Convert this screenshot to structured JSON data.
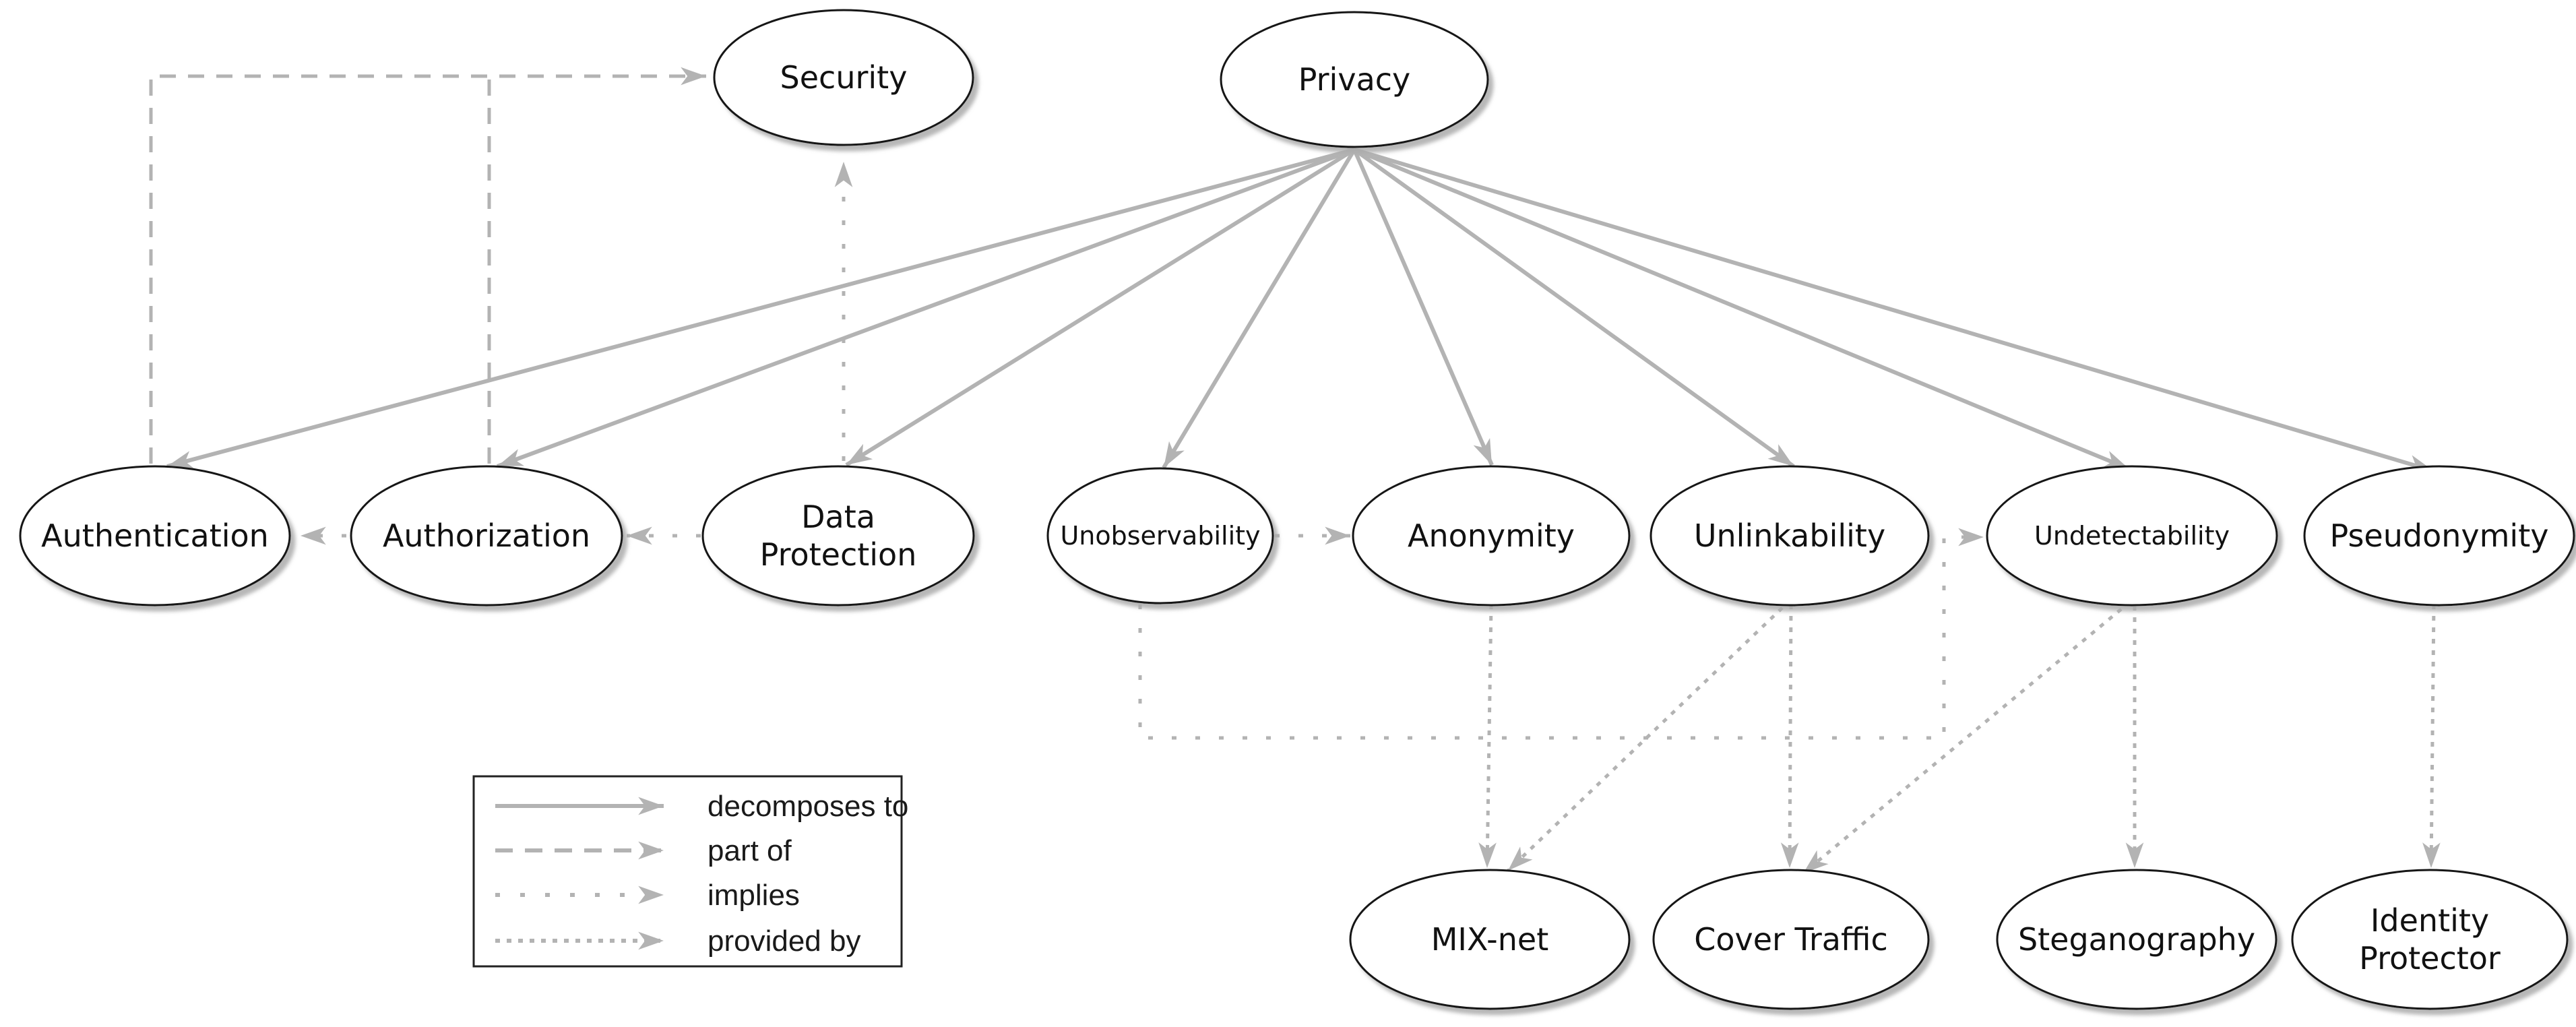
{
  "nodes": {
    "security": {
      "label": "Security"
    },
    "privacy": {
      "label": "Privacy"
    },
    "authentication": {
      "label": "Authentication"
    },
    "authorization": {
      "label": "Authorization"
    },
    "data_protection": {
      "label_line1": "Data",
      "label_line2": "Protection"
    },
    "unobservability": {
      "label": "Unobservability"
    },
    "anonymity": {
      "label": "Anonymity"
    },
    "unlinkability": {
      "label": "Unlinkability"
    },
    "undetectability": {
      "label": "Undetectability"
    },
    "pseudonymity": {
      "label": "Pseudonymity"
    },
    "mix_net": {
      "label": "MIX-net"
    },
    "cover_traffic": {
      "label": "Cover Traffic"
    },
    "steganography": {
      "label": "Steganography"
    },
    "identity_protector": {
      "label_line1": "Identity",
      "label_line2": "Protector"
    }
  },
  "edges": [
    {
      "from": "privacy",
      "to": "authentication",
      "type": "decomposes to"
    },
    {
      "from": "privacy",
      "to": "authorization",
      "type": "decomposes to"
    },
    {
      "from": "privacy",
      "to": "data_protection",
      "type": "decomposes to"
    },
    {
      "from": "privacy",
      "to": "unobservability",
      "type": "decomposes to"
    },
    {
      "from": "privacy",
      "to": "anonymity",
      "type": "decomposes to"
    },
    {
      "from": "privacy",
      "to": "unlinkability",
      "type": "decomposes to"
    },
    {
      "from": "privacy",
      "to": "undetectability",
      "type": "decomposes to"
    },
    {
      "from": "privacy",
      "to": "pseudonymity",
      "type": "decomposes to"
    },
    {
      "from": "authentication",
      "to": "security",
      "type": "part of"
    },
    {
      "from": "authorization",
      "to": "security",
      "type": "part of"
    },
    {
      "from": "data_protection",
      "to": "security",
      "type": "implies"
    },
    {
      "from": "authorization",
      "to": "authentication",
      "type": "implies"
    },
    {
      "from": "data_protection",
      "to": "authorization",
      "type": "implies"
    },
    {
      "from": "unobservability",
      "to": "anonymity",
      "type": "implies"
    },
    {
      "from": "unobservability",
      "to": "undetectability",
      "type": "implies"
    },
    {
      "from": "anonymity",
      "to": "mix_net",
      "type": "provided by"
    },
    {
      "from": "unlinkability",
      "to": "mix_net",
      "type": "provided by"
    },
    {
      "from": "unlinkability",
      "to": "cover_traffic",
      "type": "provided by"
    },
    {
      "from": "undetectability",
      "to": "cover_traffic",
      "type": "provided by"
    },
    {
      "from": "undetectability",
      "to": "steganography",
      "type": "provided by"
    },
    {
      "from": "pseudonymity",
      "to": "identity_protector",
      "type": "provided by"
    }
  ],
  "legend": {
    "items": [
      {
        "style": "solid",
        "label": "decomposes to"
      },
      {
        "style": "dashed",
        "label": "part of"
      },
      {
        "style": "dotted",
        "label": "implies"
      },
      {
        "style": "dense",
        "label": "provided by"
      }
    ]
  },
  "colors": {
    "edge": "#b3b3b3",
    "node_border": "#161616",
    "node_fill": "#ffffff",
    "text": "#111111",
    "background": "#ffffff"
  }
}
